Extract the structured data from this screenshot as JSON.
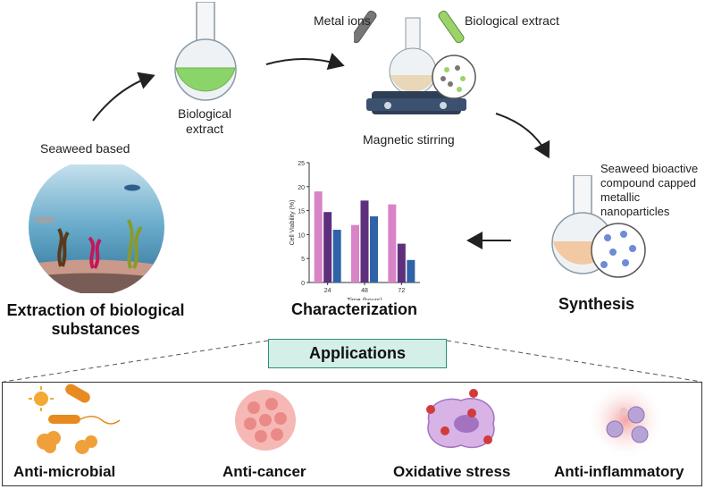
{
  "labels": {
    "seaweed_based": "Seaweed based",
    "biological_extract_flask": "Biological extract",
    "metal_ions": "Metal ions",
    "biological_extract_tube": "Biological extract",
    "magnetic_stirring": "Magnetic stirring",
    "synthesis_product": "Seaweed bioactive compound capped metallic nanoparticles",
    "extraction": "Extraction of biological substances",
    "characterization": "Characterization",
    "synthesis": "Synthesis",
    "applications": "Applications"
  },
  "applications": [
    {
      "label": "Anti-microbial"
    },
    {
      "label": "Anti-cancer"
    },
    {
      "label": "Oxidative stress"
    },
    {
      "label": "Anti-inflammatory"
    }
  ],
  "chart_data": {
    "type": "bar",
    "categories": [
      "24",
      "48",
      "72"
    ],
    "series": [
      {
        "values": [
          19,
          12,
          16.3
        ],
        "color": "#d884c6"
      },
      {
        "values": [
          14.7,
          17.1,
          8.1
        ],
        "color": "#5e2f7c"
      },
      {
        "values": [
          11,
          13.8,
          4.7
        ],
        "color": "#2f63a8"
      }
    ],
    "xlabel": "Time (hours)",
    "ylabel": "Cell Viability (%)",
    "ylim": [
      0,
      25
    ],
    "yticks": [
      "0",
      "5",
      "10",
      "15",
      "20",
      "25"
    ]
  }
}
